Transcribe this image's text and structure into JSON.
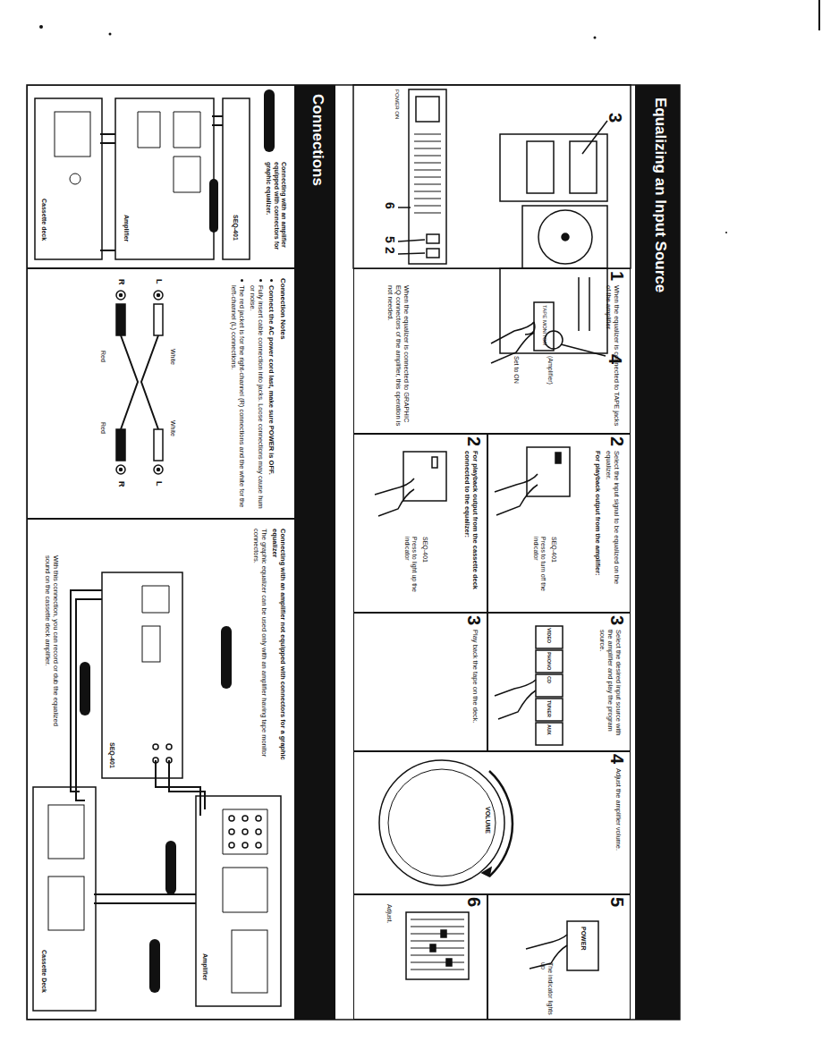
{
  "diagram": {
    "nodes": [
      {
        "text": [
          "Equalizing an Input Source"
        ]
      },
      {
        "text": [
          "When the equalizer is connected to TAPE jacks of the amplifier",
          "When the equalizer is connected to GRAPHIC EQ connectors of the amplifier, this operation is not needed."
        ]
      },
      {
        "text": [
          "Select the input signal to be equalized on the equalizer.",
          "For playback output from the amplifier:"
        ]
      },
      {
        "text": [
          "For playback output from the cassette deck connected to the equalizer:"
        ]
      },
      {
        "text": [
          "Select the desired input source with the amplifier and play the program source."
        ]
      },
      {
        "text": [
          "Play back the tape on the deck."
        ]
      },
      {
        "text": [
          "Adjust the amplifier volume."
        ]
      },
      {
        "text": [
          "The indicator lights up"
        ]
      },
      {
        "text": [
          "Adjust."
        ]
      },
      {
        "text": [
          "Connections"
        ]
      },
      {
        "text": [
          "Connecting with an amplifier equipped with connectors for graphic equalizer."
        ]
      },
      {
        "text": [
          "Connection Notes",
          "Connect the AC power cord last, make sure POWER is OFF.",
          "Fully insert cable connection into jacks. Loose connections may cause hum or noise.",
          "The red jacket is for the right-channel (R) connections and the white for the left-channel (L) connections."
        ]
      },
      {
        "text": [
          "Connecting with an amplifier not equipped with connectors for a graphic equalizer",
          "The graphic equalizer can be used only with an amplifier having tape monitor connectors.",
          "With this connection, you can record or dub the equalized sound on the cassette deck amplifier."
        ]
      }
    ],
    "labels": [
      "3",
      "4",
      "6",
      "5",
      "2",
      "POWER ON",
      "1",
      "TAPE MONITOR",
      "(Amplifier)",
      "Set to ON",
      "2",
      "SEQ-401",
      "Press to turn off the indicator",
      "2",
      "SEQ-401",
      "Press to light up the indicator",
      "3",
      "VIDEO",
      "PHONO",
      "CD",
      "TUNER",
      "AUX",
      "3",
      "4",
      "VOLUME",
      "5",
      "POWER",
      "6",
      "SEQ-401",
      "Amplifier",
      "Cassette deck",
      "L",
      "White",
      "R",
      "Red",
      "White",
      "Red",
      "L",
      "R",
      "Amplifier",
      "SEQ-401",
      "Cassette Deck"
    ]
  }
}
